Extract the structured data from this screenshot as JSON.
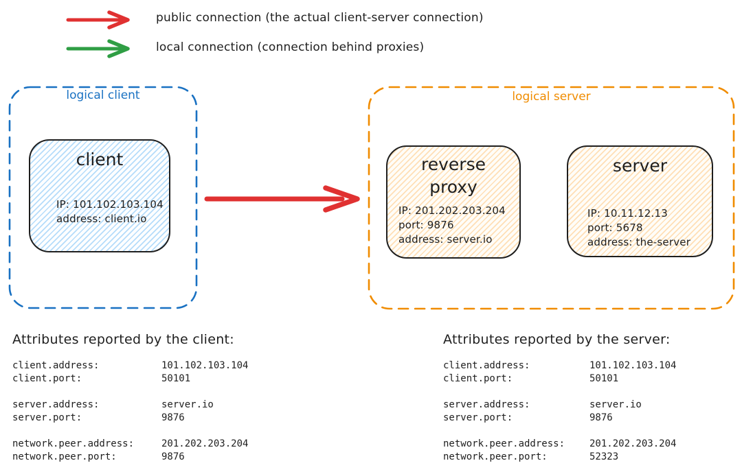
{
  "colors": {
    "public_arrow": "#e03131",
    "local_arrow": "#2f9e44",
    "logical_client_accent": "#1971c2",
    "logical_server_accent": "#f08c00",
    "node_stroke": "#1e1e1e",
    "client_fill": "#a5d8ff",
    "server_fill": "#ffd8a8"
  },
  "legend": {
    "items": [
      {
        "icon": "red-arrow-right",
        "label": "public connection (the actual client-server connection)"
      },
      {
        "icon": "green-arrow-right",
        "label": "local connection (connection behind proxies)"
      }
    ]
  },
  "groups": {
    "client": {
      "label": "logical client",
      "nodes": [
        {
          "title": "client",
          "lines": [
            "IP: 101.102.103.104",
            "address: client.io"
          ]
        }
      ]
    },
    "server": {
      "label": "logical server",
      "nodes": [
        {
          "title": "reverse proxy",
          "lines": [
            "IP: 201.202.203.204",
            "port: 9876",
            "address: server.io"
          ]
        },
        {
          "title": "server",
          "lines": [
            "IP: 10.11.12.13",
            "port: 5678",
            "address: the-server"
          ]
        }
      ]
    }
  },
  "attributes": {
    "client": {
      "title": "Attributes reported by the client:",
      "rows": [
        {
          "key": "client.address:",
          "value": "101.102.103.104"
        },
        {
          "key": "client.port:",
          "value": "50101"
        },
        {
          "key": "server.address:",
          "value": "server.io"
        },
        {
          "key": "server.port:",
          "value": "9876"
        },
        {
          "key": "network.peer.address:",
          "value": "201.202.203.204"
        },
        {
          "key": "network.peer.port:",
          "value": "9876"
        }
      ]
    },
    "server": {
      "title": "Attributes reported by the server:",
      "rows": [
        {
          "key": "client.address:",
          "value": "101.102.103.104"
        },
        {
          "key": "client.port:",
          "value": "50101"
        },
        {
          "key": "server.address:",
          "value": "server.io"
        },
        {
          "key": "server.port:",
          "value": "9876"
        },
        {
          "key": "network.peer.address:",
          "value": "201.202.203.204"
        },
        {
          "key": "network.peer.port:",
          "value": "52323"
        }
      ]
    }
  }
}
